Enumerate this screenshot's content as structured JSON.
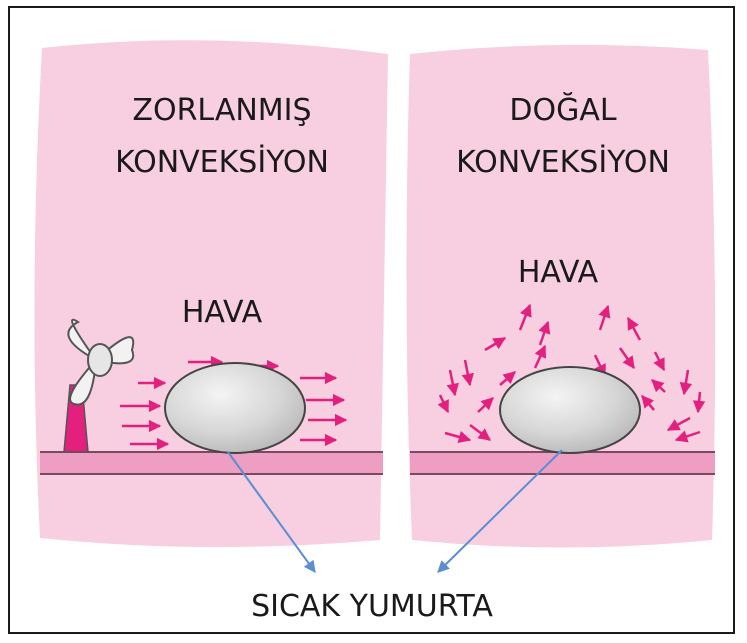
{
  "panels": {
    "left": {
      "title_line1": "ZORLANMIŞ",
      "title_line2": "KONVEKSİYON",
      "air_label": "HAVA"
    },
    "right": {
      "title_line1": "DOĞAL",
      "title_line2": "KONVEKSİYON",
      "air_label": "HAVA"
    }
  },
  "caption": "SICAK YUMURTA",
  "colors": {
    "background_pink": "#f7cfe0",
    "ground_band": "#ee9ec2",
    "arrow_magenta": "#e4207f",
    "pointer_blue": "#5b8fd1",
    "egg_fill": "#d9d9d9",
    "border": "#1a1a1a"
  },
  "icons": {
    "fan": "fan-icon"
  }
}
